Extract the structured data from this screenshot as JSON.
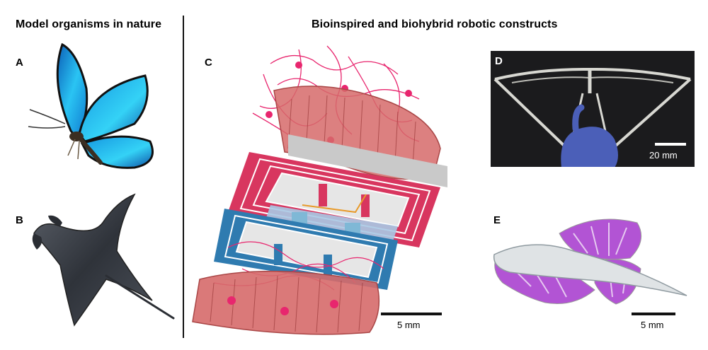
{
  "headings": {
    "left": "Model organisms in nature",
    "right": "Bioinspired and biohybrid robotic constructs"
  },
  "panels": {
    "a": "A",
    "b": "B",
    "c": "C",
    "d": "D",
    "e": "E"
  },
  "scalebars": {
    "c": "5 mm",
    "d": "20 mm",
    "e": "5 mm"
  },
  "colors": {
    "neuron": "#e8266e",
    "muscle": "#d66a6a",
    "coil_pink": "#d8365f",
    "coil_blue": "#2f7bb0",
    "butterfly": "#19aee8",
    "ray": "#3c4048",
    "fin_purple": "#b254d4"
  }
}
